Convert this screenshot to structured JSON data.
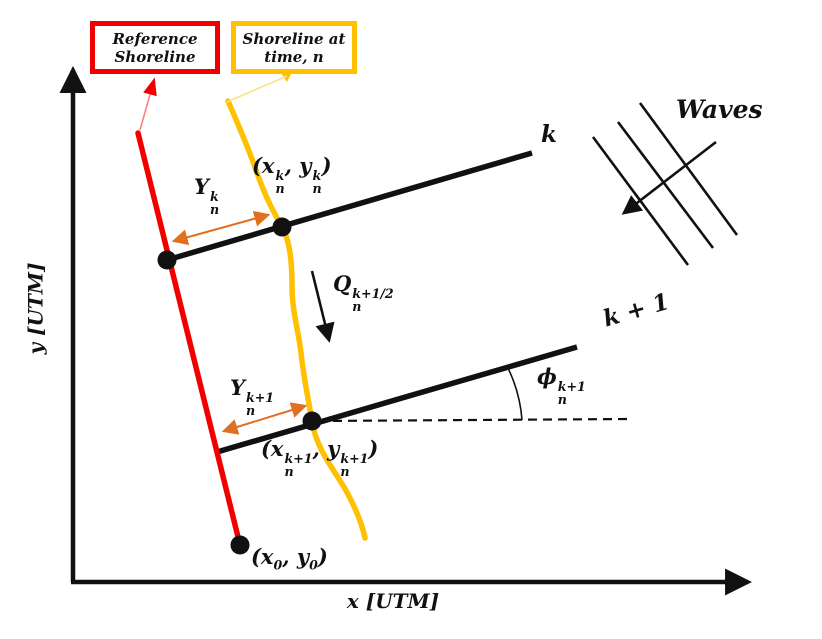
{
  "colors": {
    "reference_red": "#f20000",
    "shoreline_gold": "#ffc000",
    "arrow_orange": "#e06f1f",
    "ink": "#111111",
    "canvas_bg": "#ffffff"
  },
  "legend": {
    "reference_box": {
      "line1": "Reference",
      "line2": "Shoreline"
    },
    "time_box": {
      "line1": "Shoreline at",
      "line2": "time, n"
    }
  },
  "axes": {
    "x_label": "x [UTM]",
    "y_label": "y [UTM]"
  },
  "annotations": {
    "waves": "Waves",
    "transect_k_label": "k",
    "transect_k1_label": "k + 1",
    "q_flux": {
      "base": "Q",
      "sup": "k+1/2",
      "sub": "n"
    },
    "y_offset_k": {
      "base": "Y",
      "sup": "k",
      "sub": "n"
    },
    "y_offset_k1": {
      "base": "Y",
      "sup": "k+1",
      "sub": "n"
    },
    "phi_angle": {
      "base": "ϕ",
      "sup": "k+1",
      "sub": "n"
    },
    "point_k": {
      "open": "(x",
      "sup1": "k",
      "sub1": "n",
      "mid": ", y",
      "sup2": "k",
      "sub2": "n",
      "close": ")"
    },
    "point_k1": {
      "open": "(x",
      "sup1": "k+1",
      "sub1": "n",
      "mid": ", y",
      "sup2": "k+1",
      "sub2": "n",
      "close": ")"
    },
    "origin_point": {
      "open": "(x",
      "sub1": "0",
      "mid": ", y",
      "sub2": "0",
      "close": ")"
    }
  }
}
